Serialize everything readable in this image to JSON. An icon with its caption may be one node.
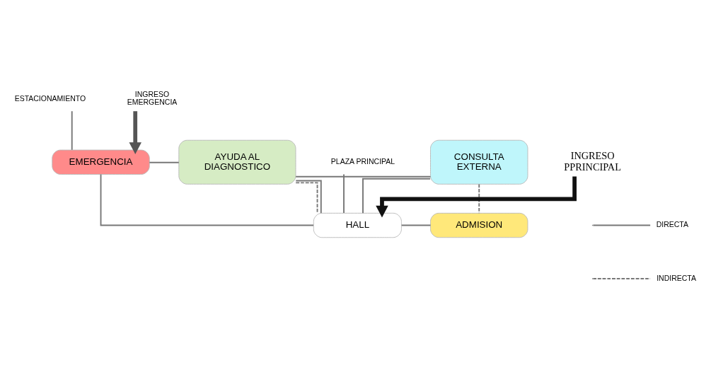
{
  "diagram": {
    "nodes": [
      {
        "text": [
          "ESTACIONAMIENTO"
        ]
      },
      {
        "text": [
          "EMERGENCIA"
        ]
      },
      {
        "text": [
          "AYUDA AL DIAGNOSTICO"
        ]
      },
      {
        "text": [
          "CONSULTA EXTERNA"
        ]
      },
      {
        "text": [
          "INGRESO EMERGENCIA"
        ]
      },
      {
        "text": [
          "HALL"
        ]
      },
      {
        "text": [
          "ADMISION"
        ]
      },
      {
        "text": [
          "PLAZA PRINCIPAL"
        ]
      },
      {
        "text": [
          "INGRESO PPRINCIPAL"
        ]
      }
    ],
    "edges": [
      {
        "from": 0,
        "to": 1,
        "arrow": "none"
      },
      {
        "from": 1,
        "to": 2,
        "arrow": "none"
      },
      {
        "from": 2,
        "to": 3,
        "arrow": "none"
      },
      {
        "from": 2,
        "to": 5,
        "arrow": "none"
      },
      {
        "from": 3,
        "to": 5,
        "arrow": "none"
      },
      {
        "from": 1,
        "to": 5,
        "arrow": "none"
      },
      {
        "from": 2,
        "to": 5,
        "arrow": "none",
        "style": "dashed"
      },
      {
        "from": 5,
        "to": 6,
        "arrow": "none"
      },
      {
        "from": 3,
        "to": 6,
        "arrow": "none",
        "style": "dashed"
      },
      {
        "from": 7,
        "to": 5,
        "arrow": "none"
      },
      {
        "from": 4,
        "to": 1,
        "arrow": "to",
        "style": "thick",
        "color": "#555555"
      },
      {
        "from": 8,
        "to": 5,
        "arrow": "to",
        "style": "thick",
        "color": "#111111"
      }
    ],
    "legend": [
      {
        "text": "DIRECTA"
      },
      {
        "text": "INDIRECTA"
      }
    ]
  }
}
